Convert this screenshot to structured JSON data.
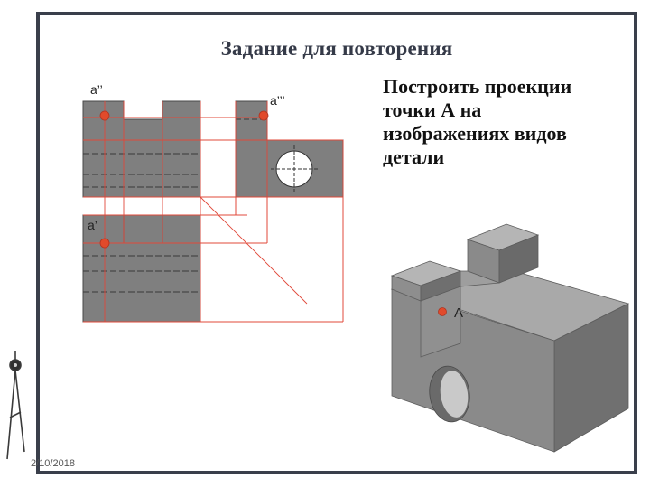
{
  "title": "Задание для повторения",
  "task_lines": [
    "Построить проекции",
    "точки А на",
    "изображениях видов",
    "детали"
  ],
  "labels": {
    "front": "a’’",
    "side": "a’’’",
    "top": "a’",
    "iso": "A"
  },
  "date": "2/10/2018",
  "colors": {
    "frame": "#3a3f4b",
    "part_fill": "#7f7f7f",
    "construction_lines": "#e0483a",
    "point": "#e14a2b",
    "iso_top": "#a9a9a9",
    "iso_left": "#8a8a8a",
    "iso_right": "#6b6b6b"
  },
  "icons": [
    "compass-icon"
  ]
}
